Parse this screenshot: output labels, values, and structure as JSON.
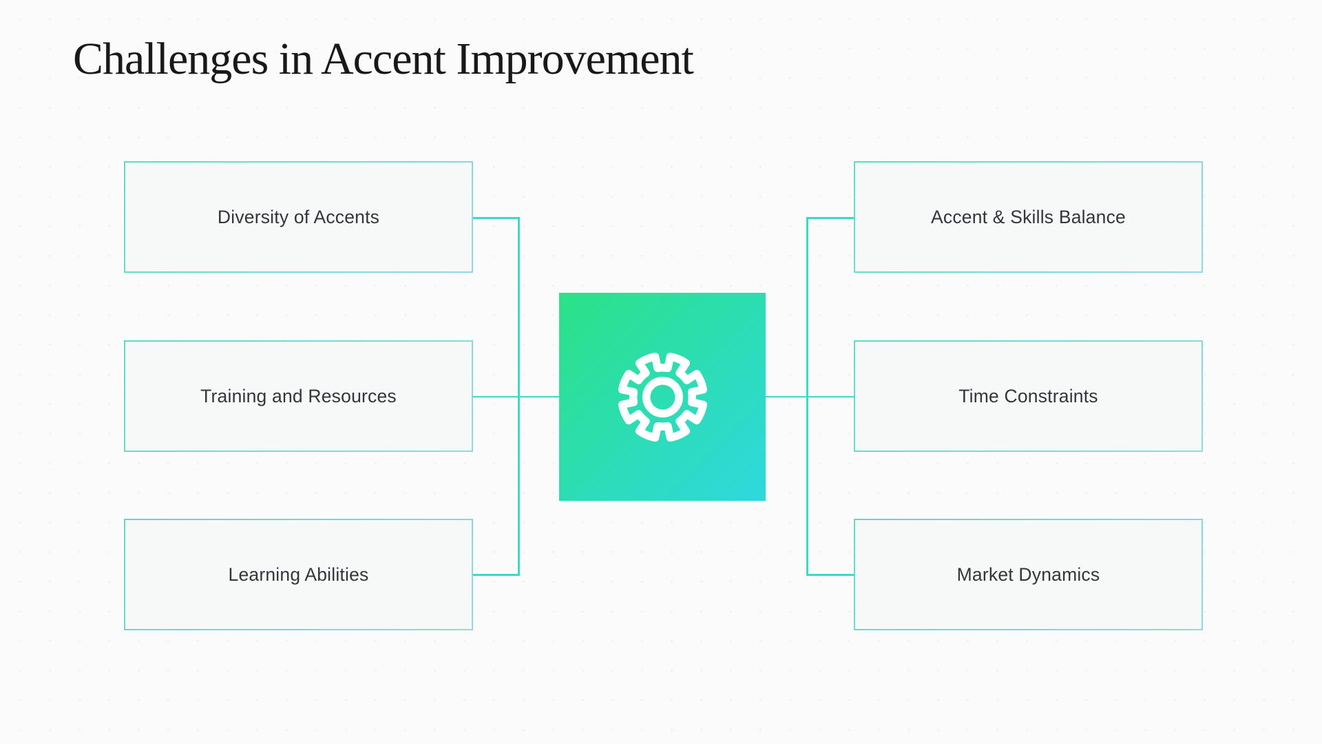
{
  "page": {
    "title": "Challenges in Accent Improvement",
    "background_color": "#fbfbfb"
  },
  "diagram": {
    "connector_color": "#3ed9c5",
    "node_border_gradient": [
      "#5addc0",
      "#8fd8e8"
    ],
    "node_fill_color": "#f7f8f8",
    "center": {
      "icon": "gear-icon",
      "icon_color": "#ffffff",
      "gradient": [
        "#2be287",
        "#2ed8de"
      ]
    },
    "left_items": [
      {
        "label": "Diversity of Accents"
      },
      {
        "label": "Training and Resources"
      },
      {
        "label": "Learning Abilities"
      }
    ],
    "right_items": [
      {
        "label": "Accent & Skills Balance"
      },
      {
        "label": "Time Constraints"
      },
      {
        "label": "Market Dynamics"
      }
    ]
  }
}
